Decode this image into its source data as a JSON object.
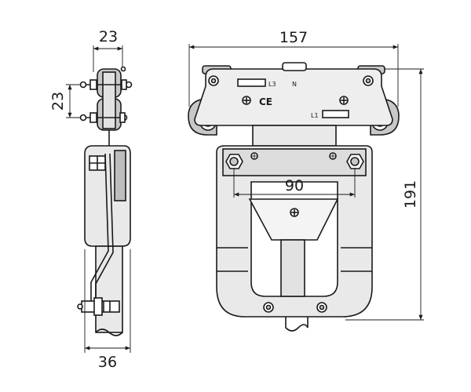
{
  "dimensions": {
    "side_top_width": "23",
    "side_bolt_spacing": "23",
    "side_bottom_width": "36",
    "front_width": "157",
    "front_bolt_spacing": "90",
    "front_height": "191"
  },
  "plate_labels": {
    "phase_top": "L3",
    "neutral": "N",
    "phase_bottom": "L1",
    "mark": "CE"
  },
  "colors": {
    "stroke": "#1a1a1a",
    "wheel_fill": "#c8c8c8",
    "plate_fill": "#eeeeee",
    "body_fill": "#e9e9e9",
    "shade": "#bdbdbd"
  }
}
